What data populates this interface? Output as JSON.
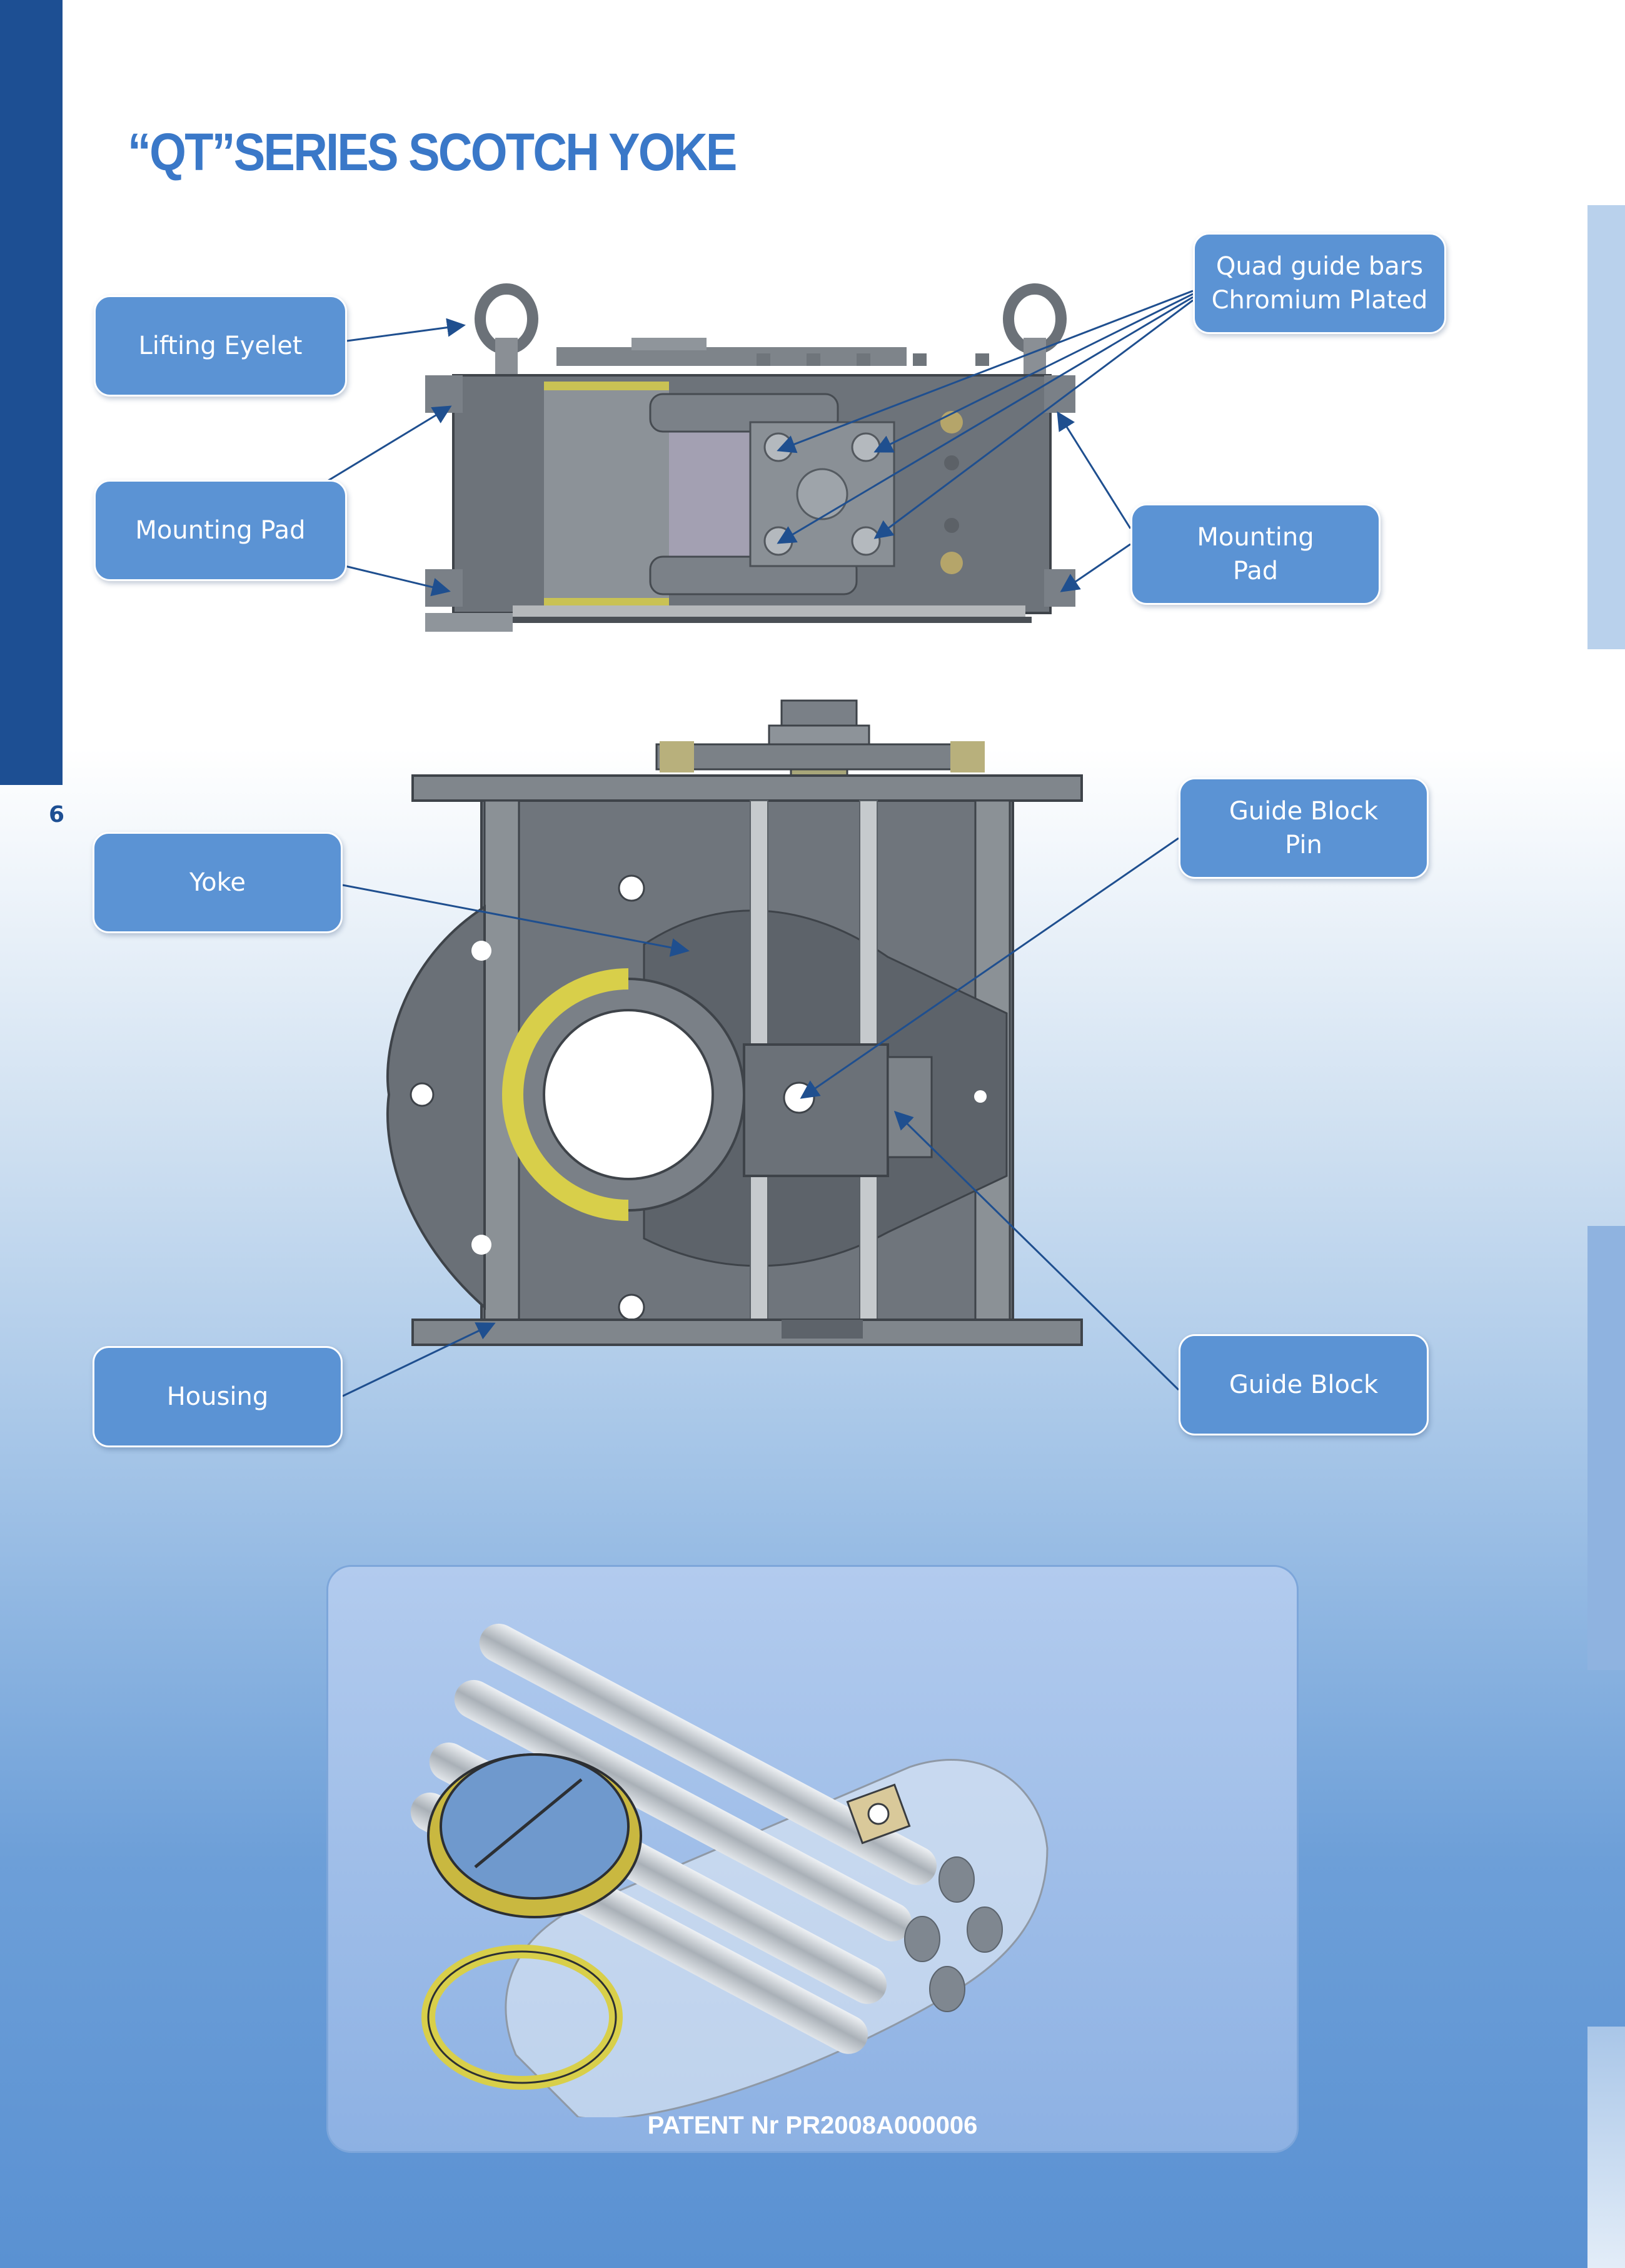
{
  "page": {
    "title": "“QT”SERIES SCOTCH YOKE",
    "page_number": "6"
  },
  "callouts": {
    "lifting_eyelet": "Lifting Eyelet",
    "mounting_pad_left": "Mounting Pad",
    "quad_guide_bars": "Quad guide bars\nChromium Plated",
    "mounting_pad_right": "Mounting\nPad",
    "yoke": "Yoke",
    "guide_block_pin": "Guide Block\nPin",
    "housing": "Housing",
    "guide_block": "Guide Block"
  },
  "patent": "PATENT Nr PR2008A000006",
  "colors": {
    "brand_blue": "#1d4f93",
    "title_blue": "#3a78c8",
    "callout_fill": "#5b93d4",
    "leader_line": "#1f4f8f",
    "bearing_yellow": "#d8cf4a"
  }
}
